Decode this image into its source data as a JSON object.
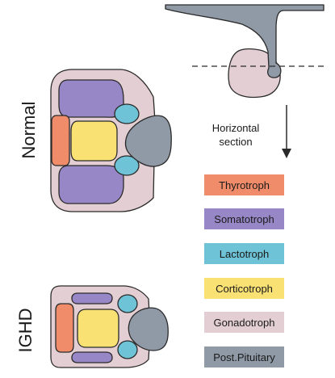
{
  "labels": {
    "normal": "Normal",
    "ighd": "IGHD",
    "section_caption": "Horizontal section"
  },
  "legend": [
    {
      "label": "Thyrotroph",
      "color": "#f08c6a"
    },
    {
      "label": "Somatotroph",
      "color": "#9887c6"
    },
    {
      "label": "Lactotroph",
      "color": "#6ec3d6"
    },
    {
      "label": "Corticotroph",
      "color": "#fae174"
    },
    {
      "label": "Gonadotroph",
      "color": "#e3cfd3"
    },
    {
      "label": "Post.Pituitary",
      "color": "#8f9aa6"
    }
  ],
  "colors": {
    "outline": "#2a2a2a",
    "anterior_background": "#e3cfd3",
    "posterior_pituitary": "#8f9aa6"
  }
}
